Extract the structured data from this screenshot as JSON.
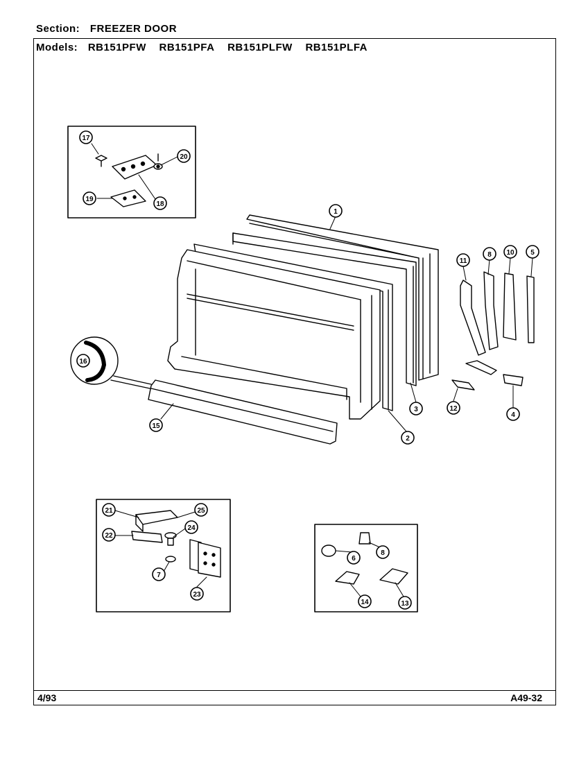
{
  "header": {
    "section_label": "Section:",
    "section_value": "FREEZER DOOR",
    "models_label": "Models:",
    "models": [
      "RB151PFW",
      "RB151PFA",
      "RB151PLFW",
      "RB151PLFA"
    ]
  },
  "footer": {
    "date": "4/93",
    "page_code": "A49-32"
  },
  "callouts": {
    "c1": "1",
    "c2": "2",
    "c3": "3",
    "c4": "4",
    "c5": "5",
    "c6": "6",
    "c7": "7",
    "c8a": "8",
    "c8b": "8",
    "c10": "10",
    "c11": "11",
    "c12": "12",
    "c13": "13",
    "c14": "14",
    "c15": "15",
    "c16": "16",
    "c17": "17",
    "c18": "18",
    "c19": "19",
    "c20": "20",
    "c21": "21",
    "c22": "22",
    "c23": "23",
    "c24": "24",
    "c25": "25"
  }
}
